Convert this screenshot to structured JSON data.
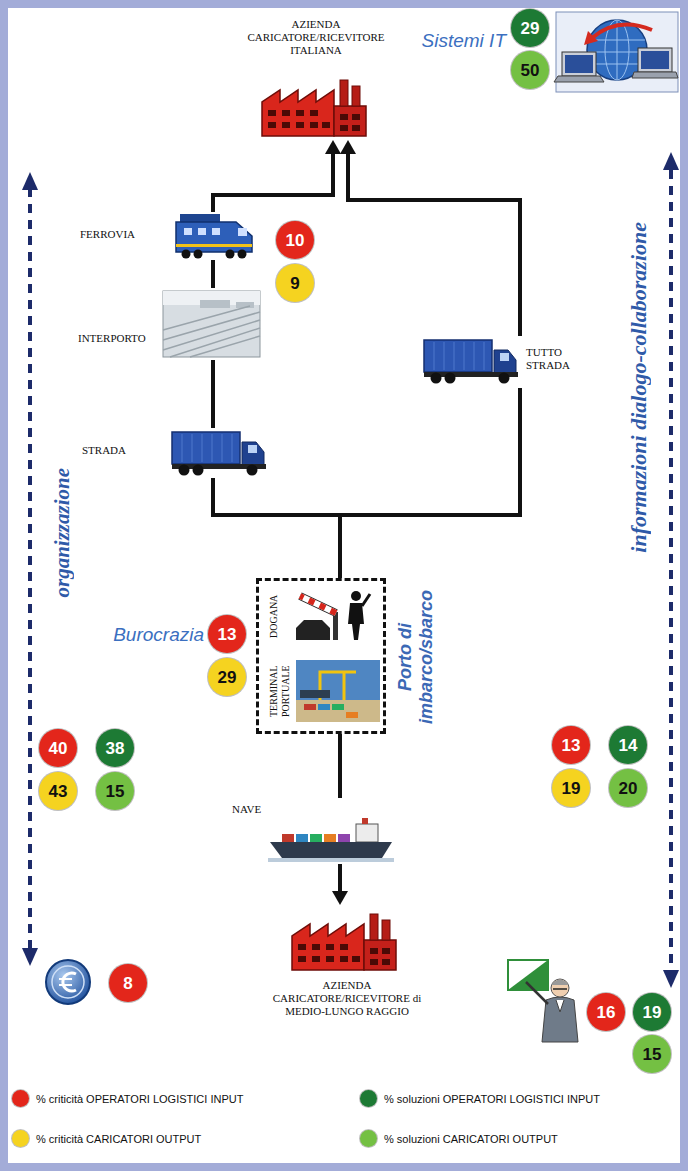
{
  "diagram": {
    "nodes": [
      {
        "text": [
          "AZIENDA CARICATORE/RICEVITORE ITALIANA"
        ]
      },
      {
        "text": [
          "29"
        ]
      },
      {
        "text": [
          "50"
        ]
      },
      {
        "text": [
          "FERROVIA"
        ]
      },
      {
        "text": [
          "10"
        ]
      },
      {
        "text": [
          "9"
        ]
      },
      {
        "text": [
          "INTERPORTO"
        ]
      },
      {
        "text": [
          "STRADA"
        ]
      },
      {
        "text": [
          "TUTTO STRADA"
        ]
      },
      {
        "text": [
          "Porto di imbarco/sbarco"
        ]
      },
      {
        "text": [
          "DOGANA"
        ],
        "in": 9
      },
      {
        "text": [
          "TERMINAL PORTUALE"
        ],
        "in": 9
      },
      {
        "text": [
          "13"
        ]
      },
      {
        "text": [
          "29"
        ]
      },
      {
        "text": [
          "40"
        ]
      },
      {
        "text": [
          "38"
        ]
      },
      {
        "text": [
          "43"
        ]
      },
      {
        "text": [
          "15"
        ]
      },
      {
        "text": [
          "13"
        ]
      },
      {
        "text": [
          "14"
        ]
      },
      {
        "text": [
          "19"
        ]
      },
      {
        "text": [
          "20"
        ]
      },
      {
        "text": [
          "NAVE"
        ]
      },
      {
        "text": [
          "AZIENDA CARICATORE/RICEVITORE di MEDIO-LUNGO RAGGIO"
        ]
      },
      {
        "text": [
          "8"
        ]
      },
      {
        "text": [
          "16"
        ]
      },
      {
        "text": [
          "19"
        ]
      },
      {
        "text": [
          "15"
        ]
      }
    ],
    "edges": [
      {
        "from": 22,
        "to": 23,
        "arrow": "to"
      },
      {
        "from": 9,
        "to": 22,
        "arrow": "none"
      },
      {
        "from": 9,
        "to": 7,
        "arrow": "none"
      },
      {
        "from": 9,
        "to": 8,
        "arrow": "none"
      },
      {
        "from": 7,
        "to": 6,
        "arrow": "none"
      },
      {
        "from": 6,
        "to": 3,
        "arrow": "none"
      },
      {
        "from": 3,
        "to": 0,
        "arrow": "to"
      },
      {
        "from": 8,
        "to": 0,
        "arrow": "to"
      }
    ],
    "labels": [
      "Sistemi IT",
      "Burocrazia",
      "organizzazione",
      "informazioni dialogo-collaborazione"
    ],
    "legend": [
      {
        "text": "% criticità OPERATORI LOGISTICI INPUT",
        "color": "#e3261b"
      },
      {
        "text": "% soluzioni OPERATORI LOGISTICI INPUT",
        "color": "#1d7a34"
      },
      {
        "text": "% criticità CARICATORI OUTPUT",
        "color": "#f5d320"
      },
      {
        "text": "% soluzioni CARICATORI OUTPUT",
        "color": "#74c043"
      }
    ]
  }
}
